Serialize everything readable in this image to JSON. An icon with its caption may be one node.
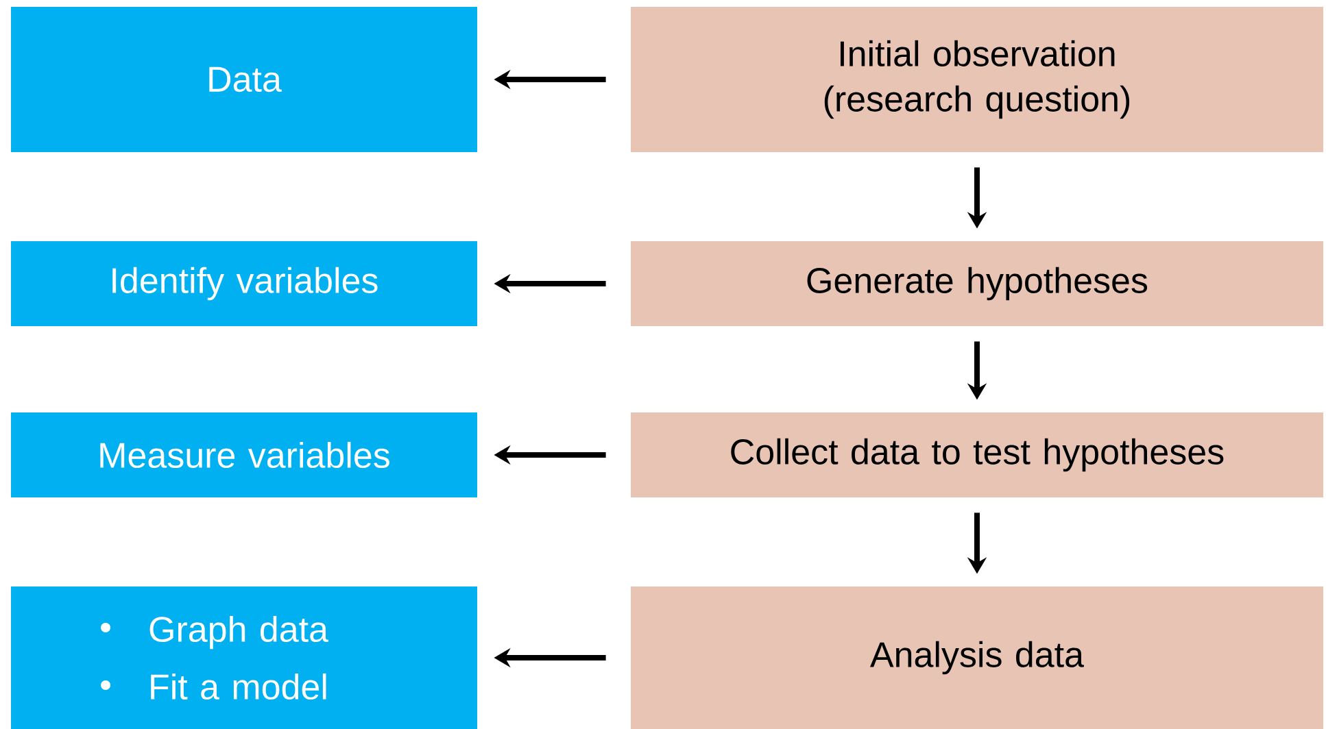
{
  "diagram": {
    "nodes": [
      {
        "text": [
          "Data"
        ]
      },
      {
        "text": [
          "Initial observation (research question)"
        ]
      },
      {
        "text": [
          "Identify variables"
        ]
      },
      {
        "text": [
          "Generate hypotheses"
        ]
      },
      {
        "text": [
          "Measure variables"
        ]
      },
      {
        "text": [
          "Collect data to test hypotheses"
        ]
      },
      {
        "text": [
          "Graph data",
          "Fit a model"
        ]
      },
      {
        "text": [
          "Analysis data"
        ]
      }
    ],
    "edges": [
      {
        "from": 1,
        "to": 0,
        "arrow": "to"
      },
      {
        "from": 1,
        "to": 3,
        "arrow": "to"
      },
      {
        "from": 3,
        "to": 2,
        "arrow": "to"
      },
      {
        "from": 3,
        "to": 5,
        "arrow": "to"
      },
      {
        "from": 5,
        "to": 4,
        "arrow": "to"
      },
      {
        "from": 5,
        "to": 7,
        "arrow": "to"
      },
      {
        "from": 7,
        "to": 6,
        "arrow": "to"
      }
    ]
  }
}
